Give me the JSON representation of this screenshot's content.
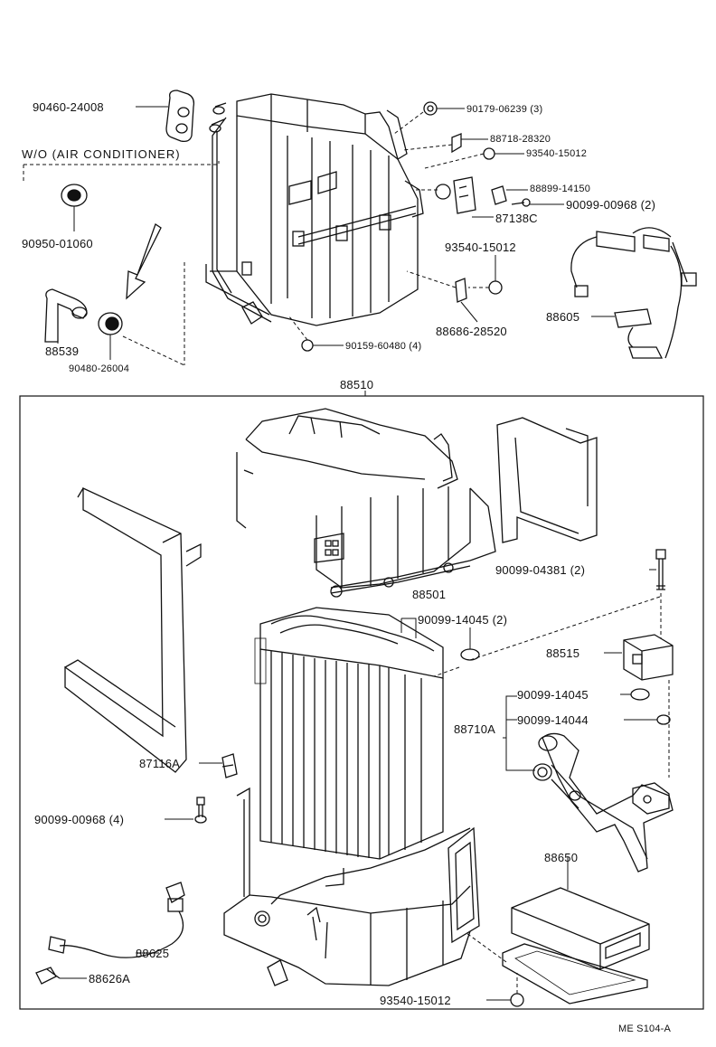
{
  "diagram": {
    "note_without_ac": "W/O (AIR CONDITIONER)",
    "ref_code": "ME  S104-A",
    "parts": {
      "p_9046024008": "90460-24008",
      "p_9095001060": "90950-01060",
      "p_88539": "88539",
      "p_9048026004": "90480-26004",
      "p_9017906239": "90179-06239 (3)",
      "p_8871828320": "88718-28320",
      "p_9354015012_a": "93540-15012",
      "p_8889914150": "88899-14150",
      "p_9009900968_2": "90099-00968 (2)",
      "p_87138C": "87138C",
      "p_9354015012_b": "93540-15012",
      "p_88605": "88605",
      "p_8868628520": "88686-28520",
      "p_9015960480": "90159-60480 (4)",
      "p_88510": "88510",
      "p_9009904381": "90099-04381 (2)",
      "p_88501": "88501",
      "p_9009914045_2": "90099-14045 (2)",
      "p_88515": "88515",
      "p_9009914045": "90099-14045",
      "p_88710A": "88710A",
      "p_9009914044": "90099-14044",
      "p_87116A": "87116A",
      "p_9009900968_4": "90099-00968 (4)",
      "p_88650": "88650",
      "p_88625": "88625",
      "p_88626A": "88626A",
      "p_9354015012_c": "93540-15012"
    }
  }
}
